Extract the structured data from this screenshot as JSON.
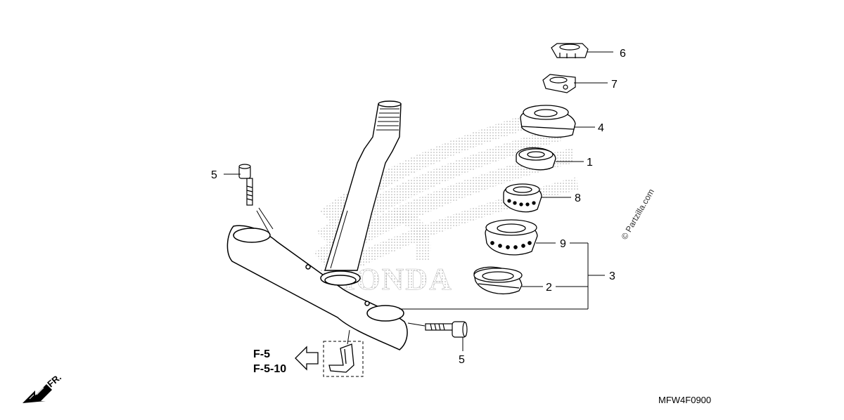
{
  "callouts": [
    "6",
    "7",
    "4",
    "1",
    "8",
    "9",
    "3",
    "2",
    "5",
    "5"
  ],
  "refs": [
    "F-5",
    "F-5-10"
  ],
  "direction_label": "FR.",
  "diagram_code": "MFW4F0900",
  "watermark": "© Partzilla.com",
  "logo_text": "HONDA",
  "icons": {
    "ref_arrow": "hollow-left-arrow-icon",
    "front_arrow": "front-direction-arrow-icon"
  }
}
